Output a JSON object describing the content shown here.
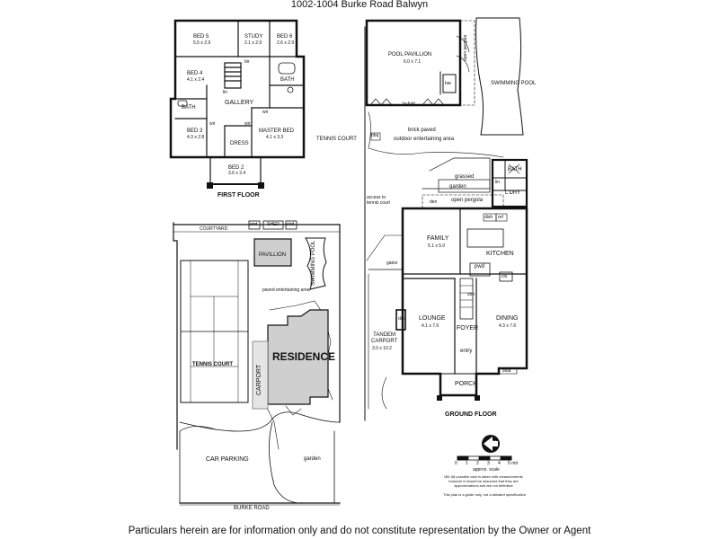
{
  "title": "1002-1004 Burke Road Balwyn",
  "footer": "Particulars herein are for information only and do not constitute representation by the Owner or Agent",
  "first_floor": {
    "heading": "FIRST FLOOR",
    "rooms": {
      "bed5": {
        "name": "BED 5",
        "size": "5.5 x 2.9"
      },
      "study": {
        "name": "STUDY",
        "size": "2.1 x 2.9"
      },
      "bed6": {
        "name": "BED 6",
        "size": "2.6 x 2.9"
      },
      "bed4": {
        "name": "BED 4",
        "size": "4.1 x 2.4"
      },
      "bath1": {
        "name": "BATH"
      },
      "bath2": {
        "name": "BATH"
      },
      "gallery": {
        "name": "GALLERY"
      },
      "bed3": {
        "name": "BED 3",
        "size": "4.3 x 2.8"
      },
      "dress": {
        "name": "DRESS"
      },
      "master": {
        "name": "MASTER BED",
        "size": "4.1 x 3.3"
      },
      "bed2": {
        "name": "BED 2",
        "size": "3.6 x 2.4"
      }
    },
    "small": {
      "lin": "lin",
      "wir1": "wir",
      "wir2": "wir",
      "wir3": "wir",
      "bir": "bir"
    }
  },
  "site": {
    "courtyard": "COURTYARD",
    "strd": "strd",
    "shed": "SHED",
    "strd2": "strd",
    "pavillion": "PAVILLION",
    "swimming_pool": "SWIMMING POOL",
    "paved": "paved entertaining area",
    "tennis_court": "TENNIS COURT",
    "carport": "CARPORT",
    "residence": "RESIDENCE",
    "car_parking": "CAR PARKING",
    "garden": "garden",
    "burke_road": "BURKE ROAD"
  },
  "ground_floor": {
    "heading": "GROUND FLOOR",
    "pool_pavillion": {
      "name": "POOL PAVILLION",
      "size": "6.0 x 7.1"
    },
    "bar": "bar",
    "bi_fold": "bi-fold",
    "open_pergola_vertical": "open pergola",
    "swimming_pool": "SWIMMING POOL",
    "tennis_court": "TENNIS COURT",
    "bbq": "bbq",
    "brick_paved": "brick paved",
    "outdoor_entertaining": "outdoor entertaining area",
    "grassed": "grassed",
    "garden": "garden",
    "open_pergola": "open pergola",
    "bath": "BATH",
    "ldry": "L'DRY",
    "lin": "lin",
    "access": "access to\ntennis court",
    "den": "den",
    "dish": "dish",
    "ref": "ref",
    "family": {
      "name": "FAMILY",
      "size": "5.1 x 5.0"
    },
    "kitchen": "KITCHEN",
    "gates": "gates",
    "pwd": "pwd",
    "clo": "clo",
    "stor": "stor",
    "lounge": {
      "name": "LOUNGE",
      "size": "4.1 x 7.6"
    },
    "dining": {
      "name": "DINING",
      "size": "4.3 x 7.6"
    },
    "foyer": "FOYER",
    "entry": "entry",
    "tandem": {
      "name": "TANDEM\nCARPORT",
      "size": "3.0 x 10.2"
    },
    "porch": "PORCH",
    "seat": "seat",
    "dp": "d/p"
  },
  "scale": {
    "ticks": [
      "0",
      "1",
      "2",
      "3",
      "4",
      "5 mtr"
    ],
    "label": "approx. scale",
    "note": "NB: All possible care is taken with measurements however it should be assumed that they are approximations and are not definitive",
    "guide": "This plan is a guide only, not a detailed specification"
  },
  "compass": "N"
}
